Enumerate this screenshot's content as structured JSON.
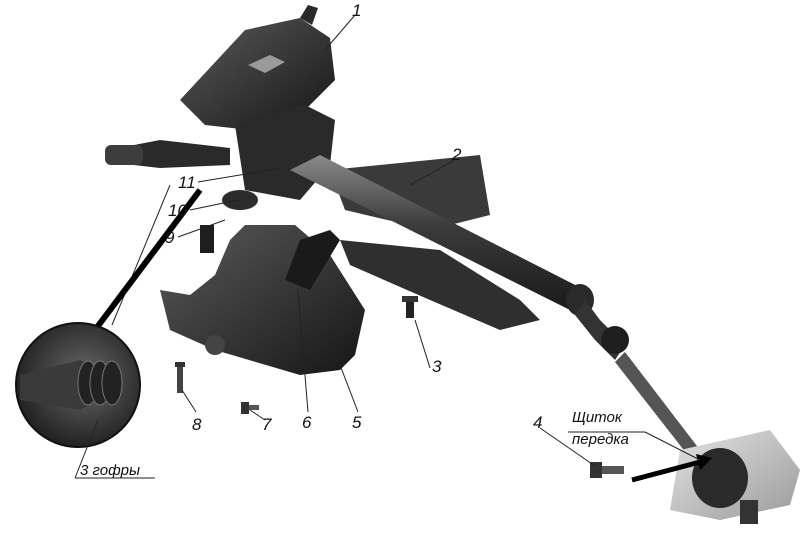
{
  "callouts": {
    "c1": "1",
    "c2": "2",
    "c3": "3",
    "c4": "4",
    "c5": "5",
    "c6": "6",
    "c7": "7",
    "c8": "8",
    "c9": "9",
    "c10": "10",
    "c11": "11"
  },
  "inset_label": "3 гофры",
  "panel_label_line1": "Щиток",
  "panel_label_line2": "передка"
}
